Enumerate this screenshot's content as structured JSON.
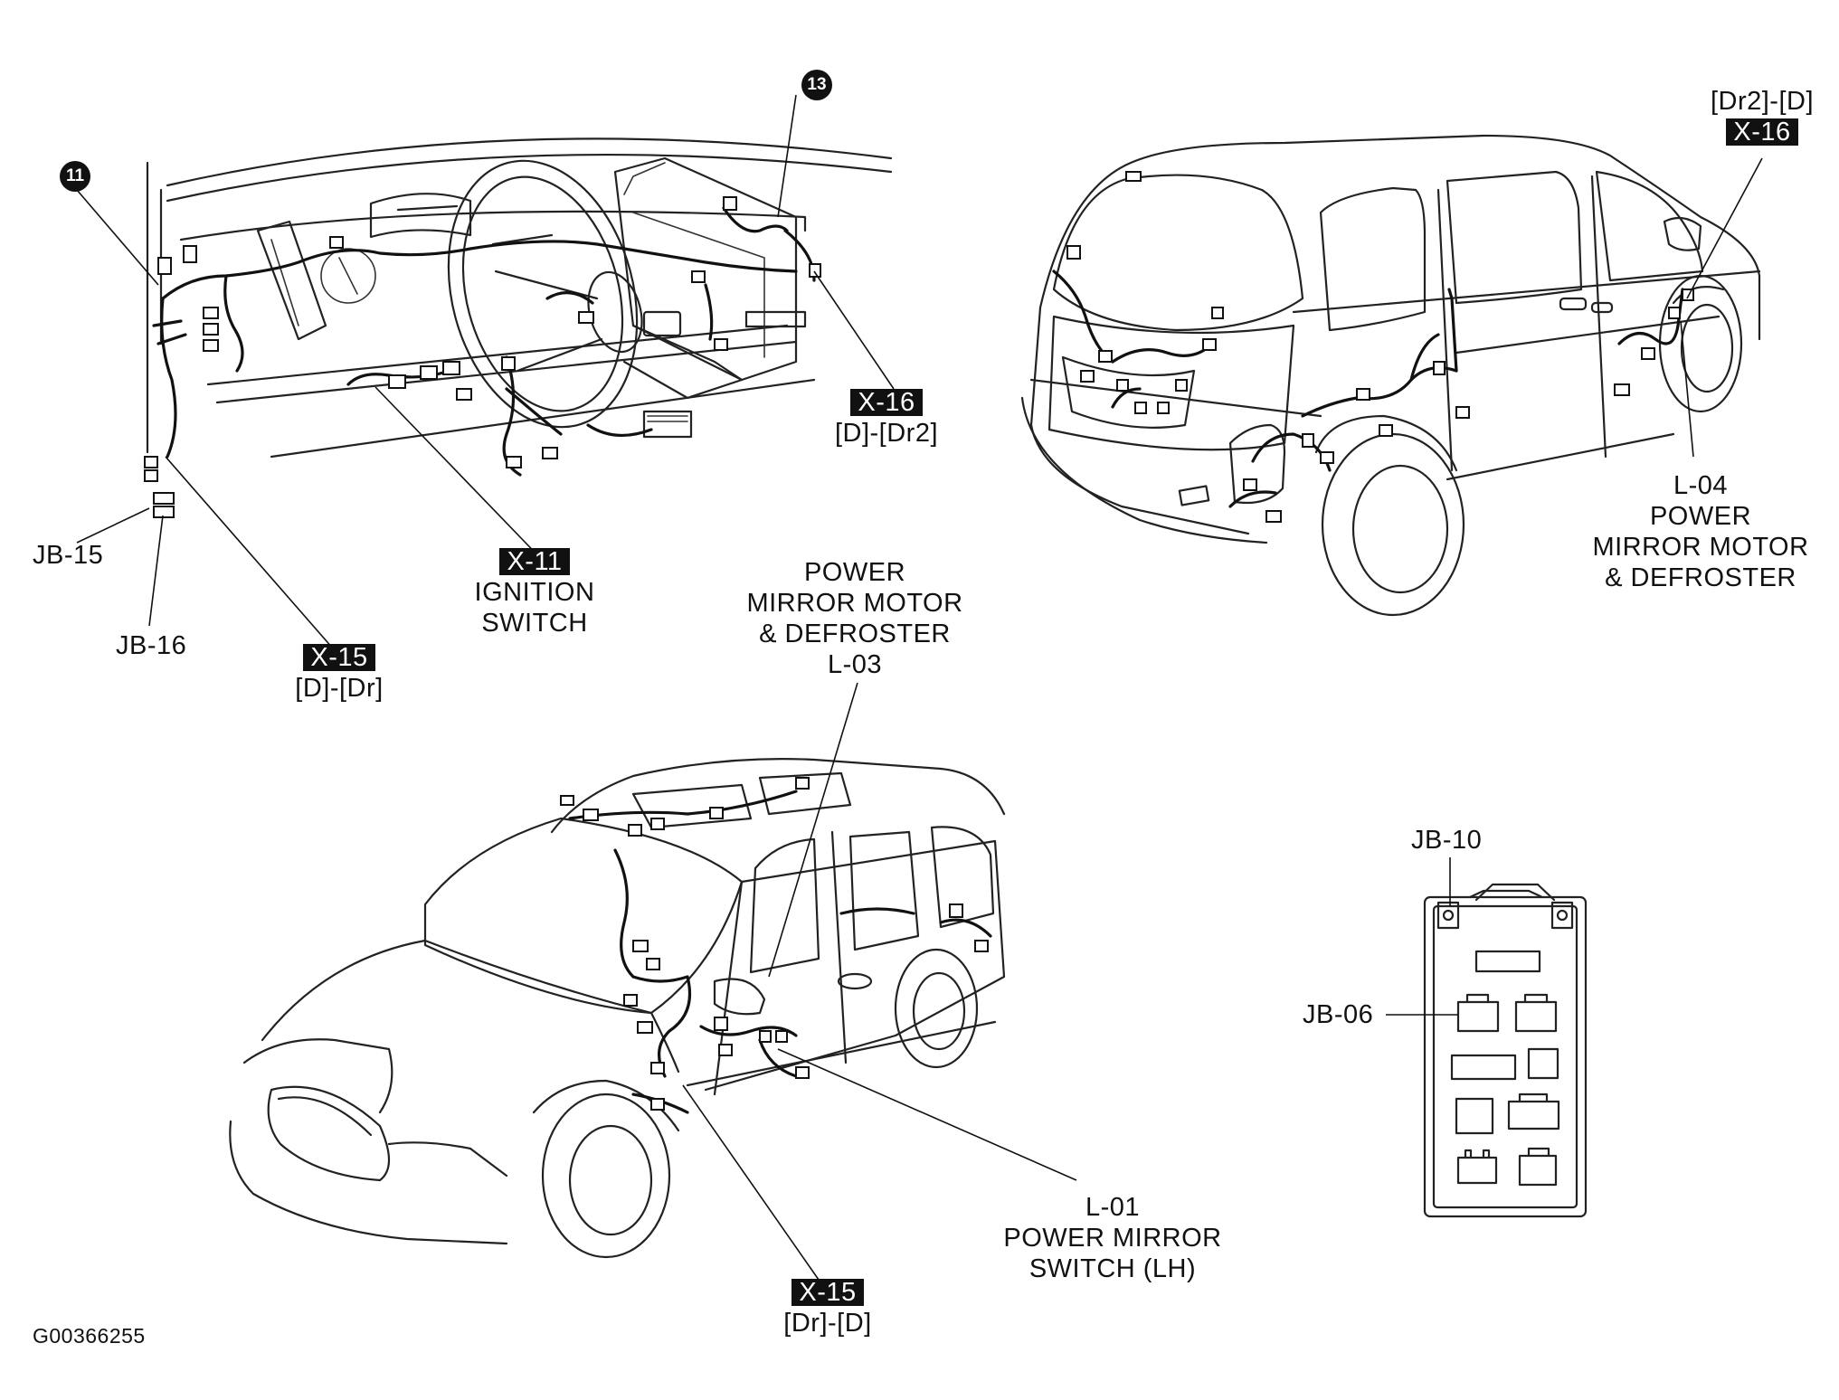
{
  "figure_id": "G00366255",
  "callouts": {
    "c11": "11",
    "c13": "13"
  },
  "labels": {
    "jb15": "JB-15",
    "jb16": "JB-16",
    "x11_tag": "X-11",
    "x11_line1": "IGNITION",
    "x11_line2": "SWITCH",
    "x15_top_tag": "X-15",
    "x15_top_sub": "[D]-[Dr]",
    "x16_mid_tag": "X-16",
    "x16_mid_sub": "[D]-[Dr2]",
    "x16_top_sub": "[Dr2]-[D]",
    "x16_top_tag": "X-16",
    "l04_code": "L-04",
    "l04_line1": "POWER",
    "l04_line2": "MIRROR MOTOR",
    "l04_line3": "& DEFROSTER",
    "l03_line1": "POWER",
    "l03_line2": "MIRROR MOTOR",
    "l03_line3": "& DEFROSTER",
    "l03_code": "L-03",
    "jb10": "JB-10",
    "jb06": "JB-06",
    "l01_code": "L-01",
    "l01_line1": "POWER MIRROR",
    "l01_line2": "SWITCH (LH)",
    "x15_bot_tag": "X-15",
    "x15_bot_sub": "[Dr]-[D]"
  }
}
